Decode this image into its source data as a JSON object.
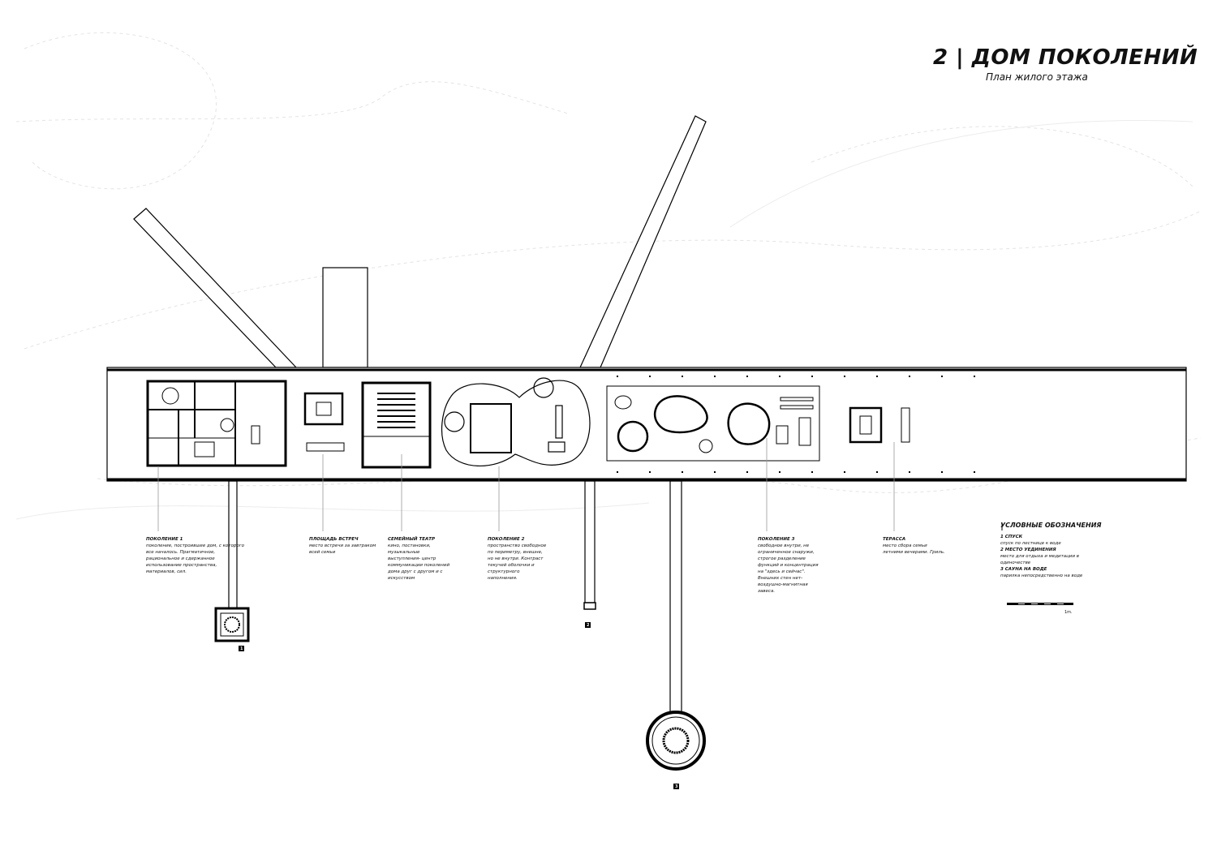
{
  "header": {
    "title": "2  |  ДОМ ПОКОЛЕНИЙ",
    "subtitle": "План жилого этажа"
  },
  "notes": [
    {
      "heading": "ПОКОЛЕНИЕ 1",
      "text": "поколение, построившее дом, с которого все началось. Прагматичное, рациональное и сдержанное использование пространства, материалов, сил."
    },
    {
      "heading": "ПЛОЩАДЬ ВСТРЕЧ",
      "text": "место встречи за завтраком всей семьи"
    },
    {
      "heading": "СЕМЕЙНЫЙ ТЕАТР",
      "text": "кино, постановки, музыкальные выступления- центр коммуникации поколений дома друг с другом и с искусством"
    },
    {
      "heading": "ПОКОЛЕНИЕ 2",
      "text": "пространство свободное по периметру, внешне, но не внутри. Контраст текучей оболочки и структурного наполнения."
    },
    {
      "heading": "ПОКОЛЕНИЕ 3",
      "text": "свободное внутри, не ограниченное снаружи, строгое разделение функций и концентрация на \"здесь и сейчас\". Внешних стен нет- воздушно-магнитная завеса."
    },
    {
      "heading": "ТЕРАССА",
      "text": "место сбора семьи летними вечерами. Гриль."
    }
  ],
  "legend": {
    "title": "УСЛОВНЫЕ ОБОЗНАЧЕНИЯ",
    "items": [
      {
        "heading": "1 СПУСК",
        "text": "спуск по лестнице к воде"
      },
      {
        "heading": "2 МЕСТО УЕДИНЕНИЯ",
        "text": "место для отдыха и медитации в одиночестве"
      },
      {
        "heading": "3 САУНА НА ВОДЕ",
        "text": "парилка непосредственно на воде"
      }
    ],
    "scale_label": "1m."
  },
  "markers": [
    "1",
    "2",
    "3"
  ]
}
